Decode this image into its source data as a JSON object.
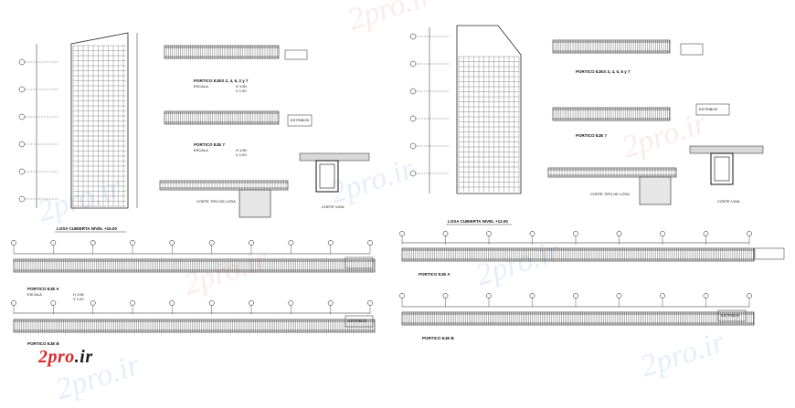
{
  "watermark": {
    "brand": "2pro",
    "suffix": ".ir",
    "ghost": "2pro.ir"
  },
  "left_sheet": {
    "slab_title": "LOSA CUBIERTA NIVEL +15.00",
    "slab_axes": [
      "A",
      "B",
      "C",
      "D",
      "E",
      "F"
    ],
    "beam_top_title": "PORTICO EJES 2, 4, 6, 2 y 7",
    "beam_mid_title": "PORTICO EJE 7",
    "beam_long1_title": "PORTICO EJE A",
    "beam_long2_title": "PORTICO EJE B",
    "scale_label": "ESCALA",
    "scale_h": "H 1:50",
    "scale_v": "V 1:20",
    "section_detail_title": "CORTE TIPO DE LOSA",
    "column_section_title": "CORTE VIGA",
    "note_label": "ESTRIBOS"
  },
  "right_sheet": {
    "slab_title": "LOSA CUBIERTA NIVEL +12.00",
    "beam_top_title": "PORTICO EJES 3, 4, 5, 6 y 7",
    "beam_mid_title": "PORTICO EJE 7",
    "beam_long1_title": "PORTICO EJE A",
    "beam_long2_title": "PORTICO EJE B",
    "section_detail_title": "CORTE TIPO DE LOSA",
    "column_section_title": "CORTE VIGA",
    "note_label": "ESTRIBOS"
  }
}
